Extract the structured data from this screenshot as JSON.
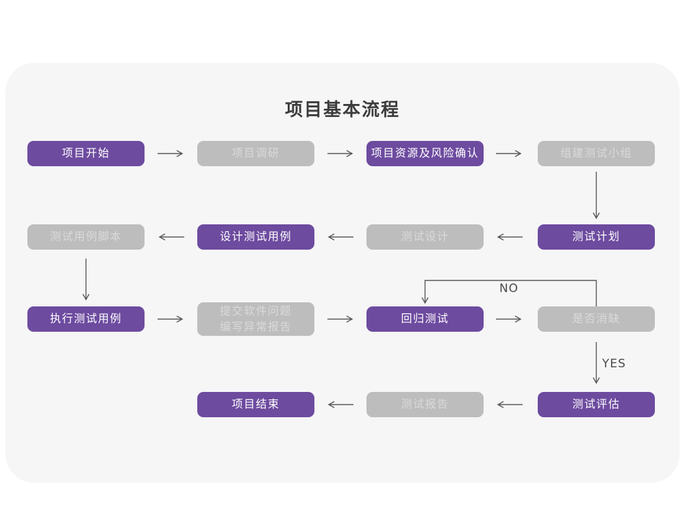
{
  "title": "项目基本流程",
  "edge_labels": {
    "no": "NO",
    "yes": "YES"
  },
  "nodes": {
    "start": {
      "label": "项目开始"
    },
    "research": {
      "label": "项目调研"
    },
    "risk_confirm": {
      "label": "项目资源及风险确认"
    },
    "build_team": {
      "label": "组建测试小组"
    },
    "case_script": {
      "label": "测试用例脚本"
    },
    "design_cases": {
      "label": "设计测试用例"
    },
    "test_design": {
      "label": "测试设计"
    },
    "test_plan": {
      "label": "测试计划"
    },
    "execute_cases": {
      "label": "执行测试用例"
    },
    "submit_issue": {
      "line1": "提交软件问题",
      "line2": "编写异常报告"
    },
    "regression": {
      "label": "回归测试"
    },
    "defect_cleared": {
      "label": "是否消缺"
    },
    "end": {
      "label": "项目结束"
    },
    "test_report": {
      "label": "测试报告"
    },
    "evaluation": {
      "label": "测试评估"
    }
  },
  "colors": {
    "purple_box": "#6d4b9f",
    "purple_box_text": "#ffffff",
    "gray_box": "#bdbdbd",
    "gray_box_text": "#dadada",
    "card_background": "#f6f6f7",
    "page_background": "#ffffff",
    "arrow": "#58585a",
    "title_text": "#3c3c3c",
    "edge_label_text": "#4a4a4a"
  }
}
